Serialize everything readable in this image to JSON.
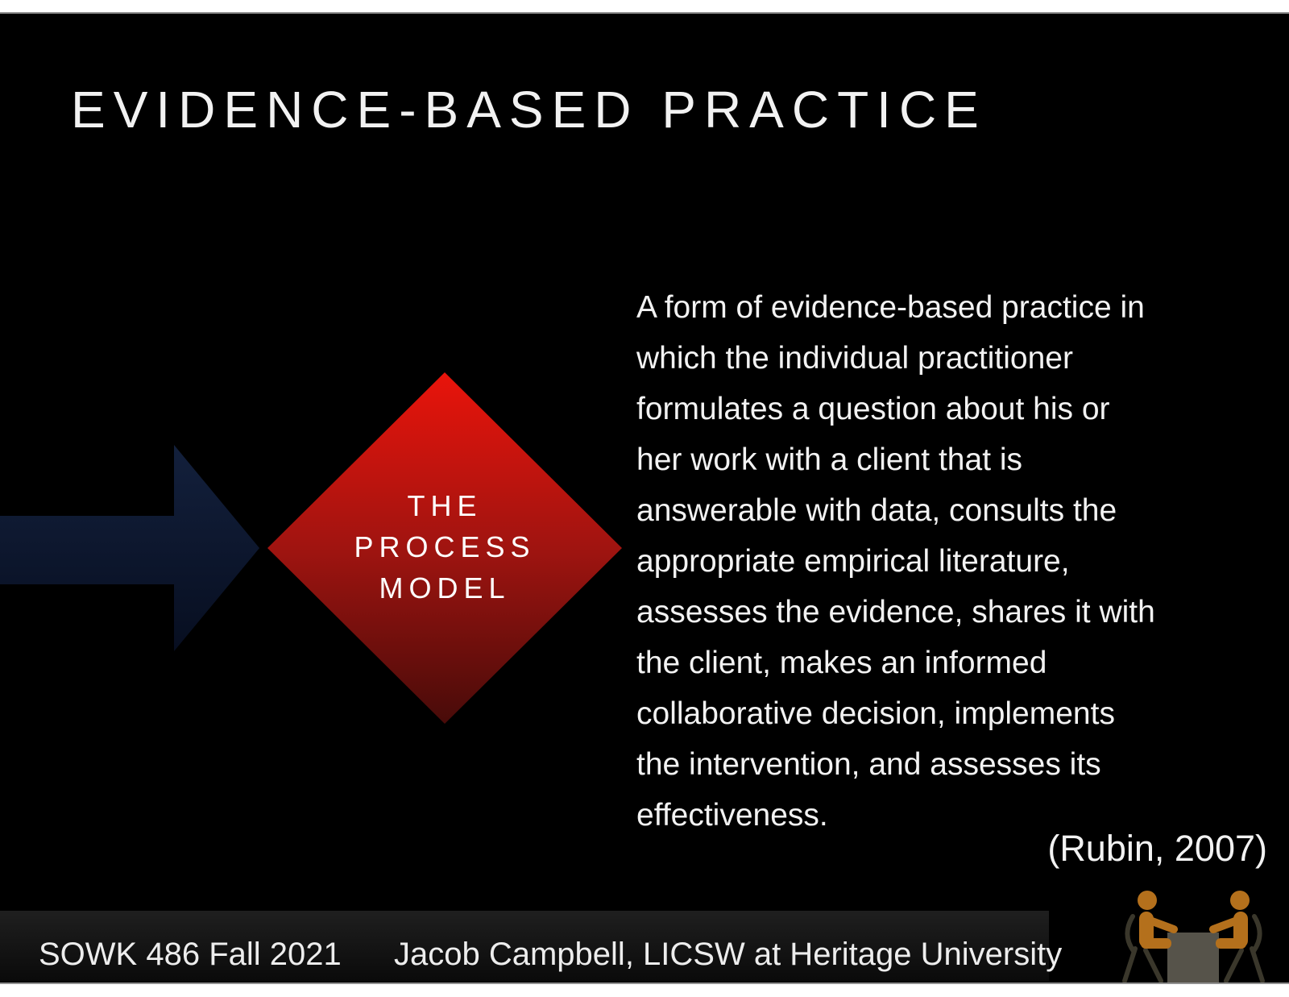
{
  "slide": {
    "title": "EVIDENCE-BASED PRACTICE",
    "diamond": {
      "label": "THE\nPROCESS\nMODEL"
    },
    "definition": "A form of evidence-based practice in\nwhich the individual practitioner\nformulates a question about his or\nher work with a client that is\nanswerable with data, consults the\nappropriate empirical literature,\nassesses the evidence, shares it with\nthe client, makes an informed\ncollaborative decision, implements\nthe intervention, and assesses its\neffectiveness.",
    "citation": "(Rubin, 2007)",
    "footer": {
      "course": "SOWK 486 Fall 2021",
      "author": "Jacob Campbell, LICSW at Heritage University"
    },
    "icon": {
      "name": "two-people-meeting-at-table-icon"
    }
  },
  "colors": {
    "background": "#000000",
    "text": "#f2f2f2",
    "diamond_top": "#e9140b",
    "diamond_mid": "#a01410",
    "diamond_bottom": "#480b09",
    "arrow_light": "#13203c",
    "arrow_dark": "#070e20",
    "footer_bar_top": "#1f1f1f",
    "footer_bar_bottom": "#0a0a0a",
    "person": "#b4701c",
    "chair": "#3a372b",
    "table": "#56534a",
    "edge_strip": "#ffffff",
    "edge_line": "#909090"
  }
}
